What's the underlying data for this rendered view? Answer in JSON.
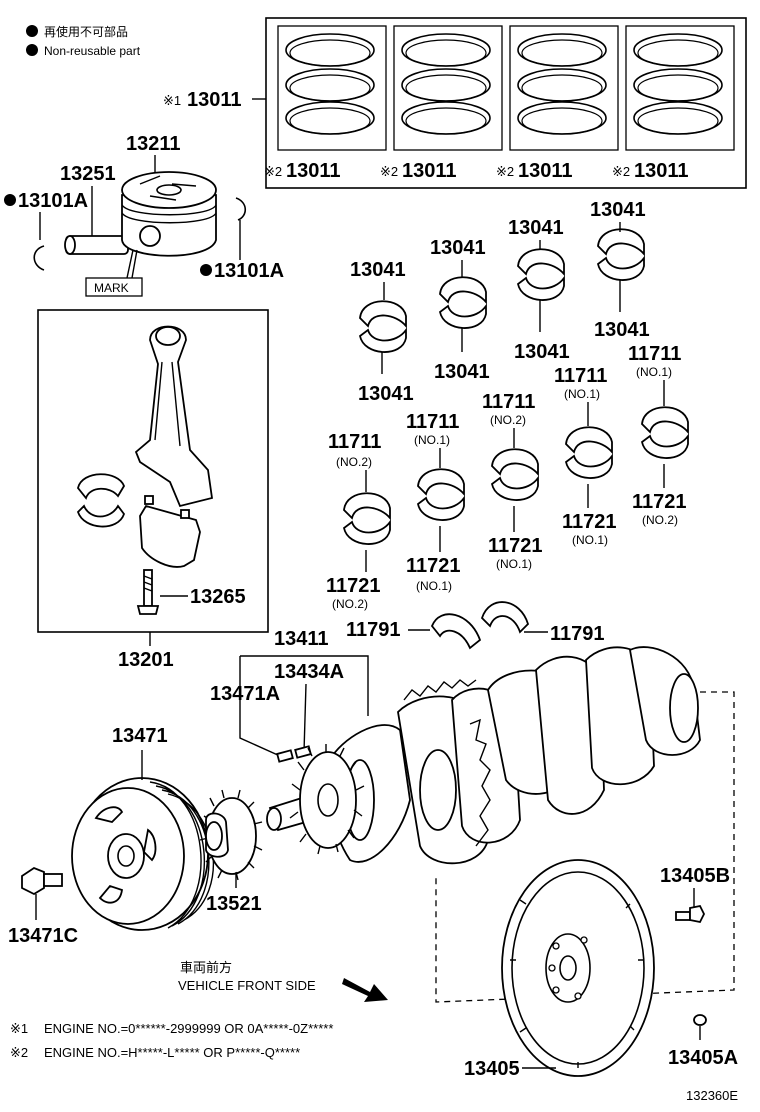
{
  "legend": {
    "bullet_jp": "再使用不可部品",
    "bullet_en": "Non-reusable part"
  },
  "piston_ring_set": {
    "main_mark": "※1",
    "main_label": "13011",
    "ring_mark": "※2",
    "ring_label": "13011"
  },
  "piston": {
    "piston_label": "13211",
    "pin_label": "13251",
    "clip_left_label": "13101A",
    "clip_right_label": "13101A",
    "mark_text": "MARK"
  },
  "connecting_rod": {
    "assembly_label": "13201",
    "bolt_label": "13265"
  },
  "rod_bearings": {
    "label": "13041"
  },
  "main_bearings": {
    "upper_label": "11711",
    "lower_label": "11721",
    "no1": "(NO.1)",
    "no2": "(NO.2)"
  },
  "thrust_washers": {
    "left_label": "11791",
    "right_label": "11791"
  },
  "crankshaft": {
    "crank_label": "13411",
    "key_label": "13434A",
    "key2_label": "13471A",
    "pulley_label": "13471",
    "pulley_bolt_label": "13471C",
    "sprocket_label": "13521"
  },
  "flywheel": {
    "flywheel_label": "13405",
    "bolt_label": "13405B",
    "plate_label": "13405A"
  },
  "direction": {
    "jp": "車両前方",
    "en": "VEHICLE FRONT SIDE"
  },
  "footnotes": {
    "note1_mark": "※1",
    "note1_text": "ENGINE NO.=0******-2999999 OR 0A*****-0Z*****",
    "note2_mark": "※2",
    "note2_text": "ENGINE NO.=H*****-L***** OR P*****-Q*****"
  },
  "figure_code": "132360E"
}
